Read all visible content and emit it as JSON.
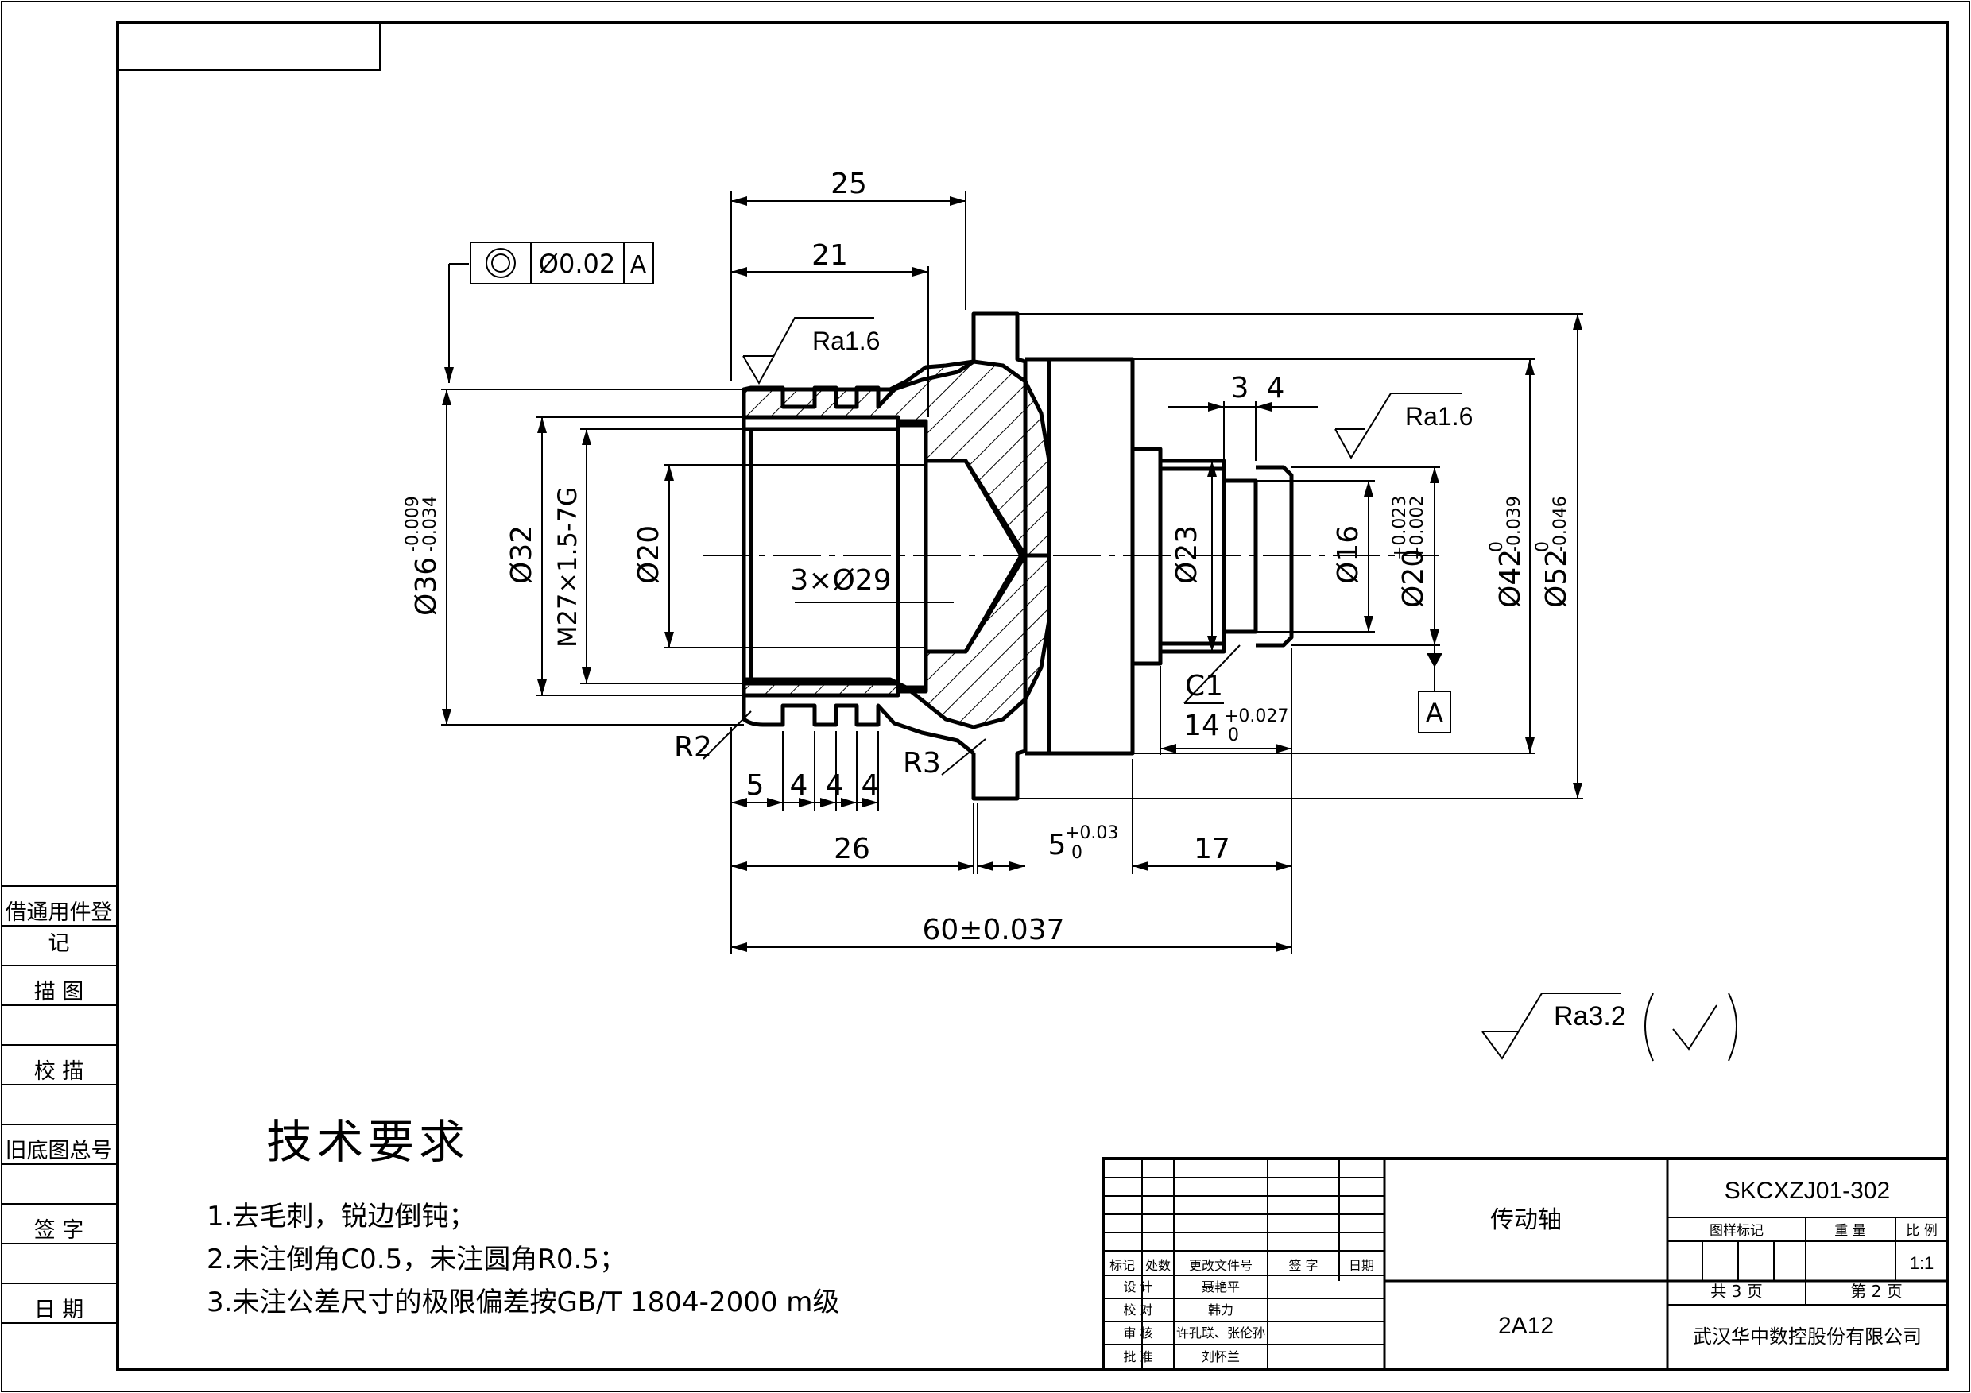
{
  "drawing": {
    "part_name": "传动轴",
    "drawing_no": "SKCXZJ01-302",
    "material": "2A12",
    "company": "武汉华中数控股份有限公司",
    "scale": "1:1",
    "sheets_total": "共 3 页",
    "sheet_no": "第 2 页"
  },
  "title_block": {
    "headers": [
      "标记",
      "处数",
      "更改文件号",
      "签  字",
      "日期"
    ],
    "rows": [
      {
        "role": "设  计",
        "name": "聂艳平"
      },
      {
        "role": "校  对",
        "name": "韩力"
      },
      {
        "role": "审  核",
        "name": "许孔联、张伦孙"
      },
      {
        "role": "批  准",
        "name": "刘怀兰"
      }
    ],
    "labels": {
      "pattern_mark": "图样标记",
      "weight": "重  量",
      "scale": "比  例"
    }
  },
  "side_panel": [
    "借通用件登记",
    "描  图",
    "校  描",
    "旧底图总号",
    "签  字",
    "日  期"
  ],
  "tech_requirements": {
    "title": "技术要求",
    "items": [
      "1.去毛刺，锐边倒钝；",
      "2.未注倒角C0.5，未注圆角R0.5；",
      "3.未注公差尺寸的极限偏差按GB/T 1804-2000 m级"
    ]
  },
  "dimensions": {
    "d25": "25",
    "d21": "21",
    "d26": "26",
    "d17": "17",
    "d60": "60±0.037",
    "d5a": "5",
    "d4a": "4",
    "d4b": "4",
    "d4c": "4",
    "d3": "3",
    "d4d": "4",
    "d5_tol": "5",
    "d5_tol_up": "+0.03",
    "d5_tol_low": "0",
    "d14": "14",
    "d14_up": "+0.027",
    "d14_low": "0",
    "c1": "C1",
    "r2": "R2",
    "r3": "R3",
    "holes": "3×Ø29",
    "phi36": "Ø36",
    "phi36_up": "-0.009",
    "phi36_low": "-0.034",
    "phi32": "Ø32",
    "thread": "M27×1.5-7G",
    "phi20": "Ø20",
    "phi23": "Ø23",
    "phi16": "Ø16",
    "phi20b": "Ø20",
    "phi20b_up": "+0.023",
    "phi20b_low": "+0.002",
    "phi42": "Ø42",
    "phi42_up": "0",
    "phi42_low": "-0.039",
    "phi52": "Ø52",
    "phi52_up": "0",
    "phi52_low": "-0.046"
  },
  "annotations": {
    "ra_left": "Ra1.6",
    "ra_right": "Ra1.6",
    "ra_general": "Ra3.2",
    "datum": "A",
    "gdt_tol": "Ø0.02",
    "gdt_datum": "A"
  }
}
